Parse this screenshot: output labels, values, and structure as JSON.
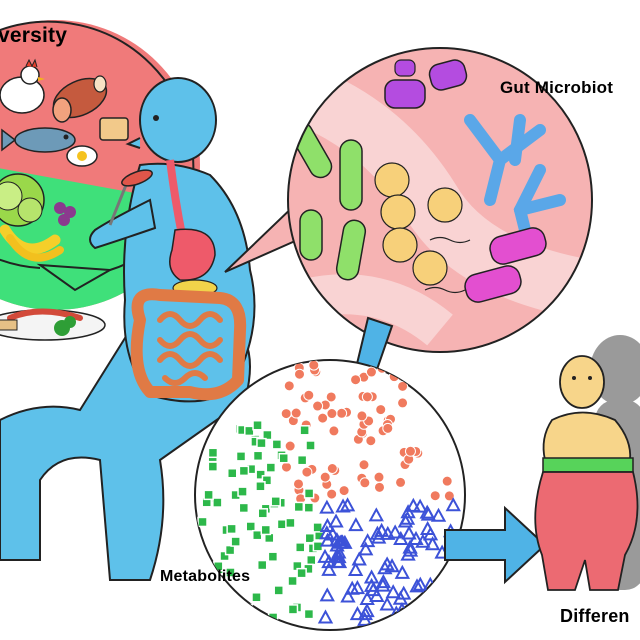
{
  "labels": {
    "diet": "versity",
    "microbiota": "Gut Microbiot",
    "metabolites": "Metabolites",
    "outcome": "Differen"
  },
  "colors": {
    "body": "#5ec1ea",
    "body_outline": "#2a2a2a",
    "diet_top": "#f07a7a",
    "diet_bottom": "#3fe07a",
    "gut_bg": "#f6b3b3",
    "stomach": "#ee5a6a",
    "intestine": "#e07a45",
    "arrow": "#4fb3e6",
    "metab_red": "#f07a5e",
    "metab_green": "#2db84a",
    "metab_blue": "#3c52d8",
    "person_skin": "#f7d58a",
    "person_band": "#57d35a",
    "person_lower": "#ec6a72",
    "shadow": "#9a9a9a"
  },
  "icons": [
    "chicken-icon",
    "ham-icon",
    "fish-icon",
    "egg-icon",
    "cabbage-icon",
    "banana-icon",
    "plate-icon",
    "fork-icon",
    "sausage-icon",
    "bacteria-icon",
    "arrow-down-icon",
    "arrow-right-icon"
  ]
}
